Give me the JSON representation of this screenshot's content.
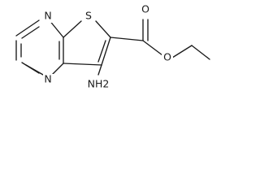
{
  "molecule": {
    "atom_labels": {
      "n_top": "N",
      "n_bottom": "N",
      "s_ring": "S",
      "o_carbonyl": "O",
      "o_ester": "O",
      "amino": "NH2"
    }
  },
  "colors": {
    "bond": "#1a1a1a",
    "background": "#ffffff"
  }
}
